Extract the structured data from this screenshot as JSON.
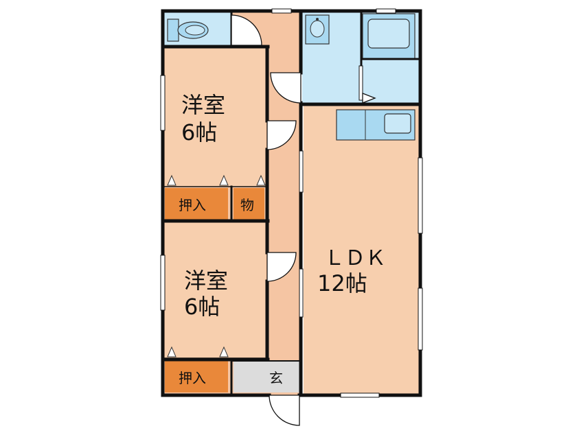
{
  "rooms": {
    "western_room_1": {
      "name": "洋室",
      "size": "6帖"
    },
    "western_room_2": {
      "name": "洋室",
      "size": "6帖"
    },
    "ldk": {
      "name": "ＬＤＫ",
      "size": "12帖"
    },
    "closet_1": "押入",
    "closet_2": "押入",
    "storage": "物",
    "entrance": "玄"
  },
  "colors": {
    "floor_room": "#f7cfae",
    "floor_hall": "#f5c5a3",
    "floor_wet": "#c9e8f7",
    "fixture": "#a9d9f1",
    "closet": "#e9883a",
    "entrance": "#dcdcdc",
    "wall": "#111111"
  },
  "icons": [
    "toilet-icon",
    "bathtub-icon",
    "sink-icon",
    "kitchen-sink-icon",
    "door-swing-icon"
  ]
}
